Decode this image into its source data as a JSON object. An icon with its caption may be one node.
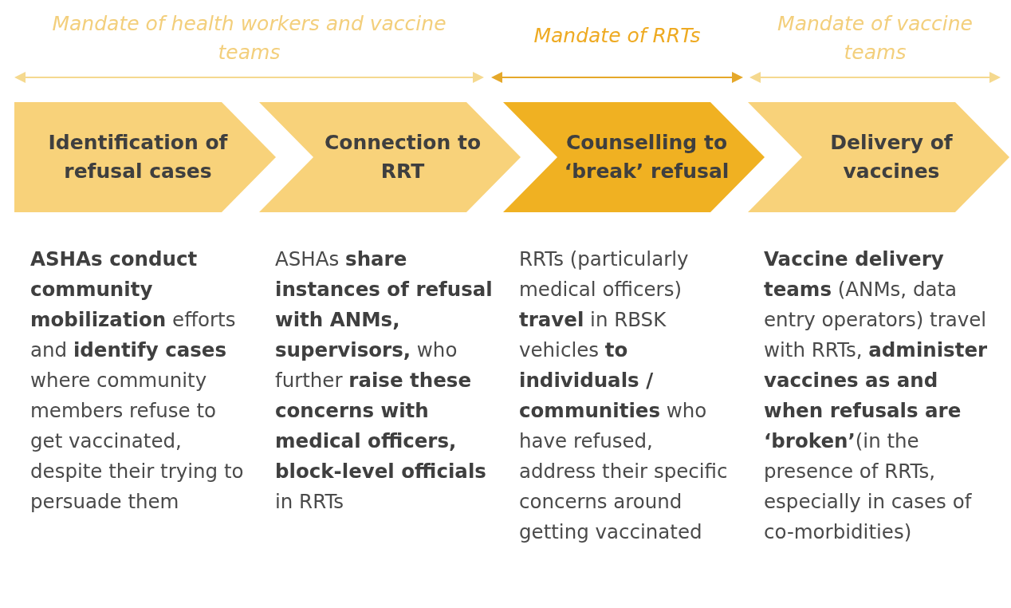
{
  "diagram": {
    "nodes": [
      {
        "text": [
          "Identification of refusal cases"
        ],
        "beside": [
          "**ASHAs conduct community mobilization** efforts and **identify cases** where community members refuse to get vaccinated, despite their trying to persuade them"
        ]
      },
      {
        "text": [
          "Connection to RRT"
        ],
        "beside": [
          "ASHAs **share instances of refusal with ANMs, supervisors,** who further **raise these concerns with medical officers, block-level officials** in RRTs"
        ]
      },
      {
        "text": [
          "Counselling to ‘break’ refusal"
        ],
        "beside": [
          "RRTs (particularly medical officers) **travel** in RBSK vehicles **to individuals / communities** who have refused, address their specific concerns around getting vaccinated"
        ]
      },
      {
        "text": [
          "Delivery of vaccines"
        ],
        "beside": [
          "**Vaccine delivery teams** (ANMs, data entry operators) travel with RRTs, **administer vaccines as and when refusals are ‘broken’**(in the presence of RRTs, especially in cases of co-morbidities)"
        ]
      }
    ],
    "labels": [
      "Mandate of health workers and vaccine teams",
      "Mandate of RRTs",
      "Mandate of vaccine teams"
    ]
  }
}
